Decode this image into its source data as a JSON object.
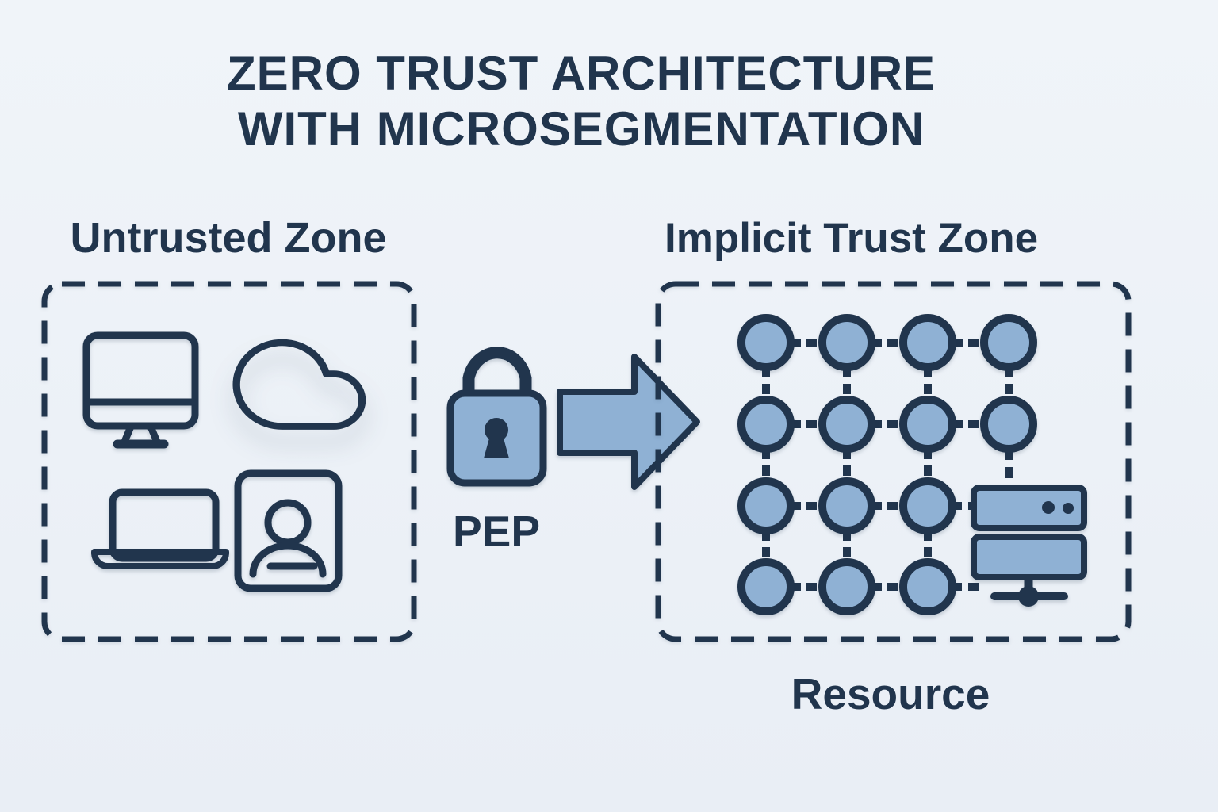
{
  "diagram": {
    "title_line1": "ZERO TRUST ARCHITECTURE",
    "title_line2": "WITH MICROSEGMENTATION",
    "untrusted_zone": {
      "label": "Untrusted Zone",
      "icons": [
        "desktop-monitor",
        "cloud",
        "laptop",
        "id-badge"
      ]
    },
    "pep": {
      "label": "PEP",
      "icon": "padlock"
    },
    "flow_arrow": {
      "direction": "right"
    },
    "implicit_trust_zone": {
      "label": "Implicit Trust Zone",
      "grid": {
        "rows": 4,
        "cols": 4,
        "node_count": 14,
        "note": "server occupies column 4, rows 3-4"
      },
      "server_icon": "server",
      "resource_label": "Resource"
    },
    "colors": {
      "background": "#edf2f7",
      "ink": "#21354d",
      "node_fill": "#8fb1d4"
    }
  }
}
